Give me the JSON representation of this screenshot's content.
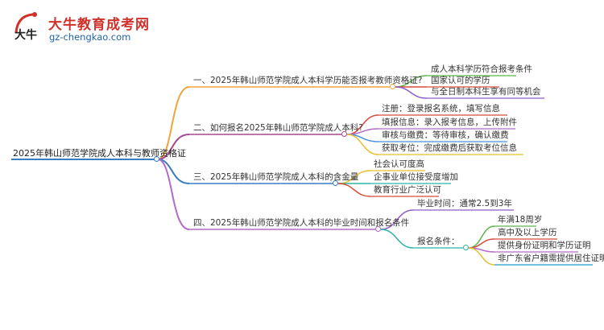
{
  "logo": {
    "name": "大牛教育成考网",
    "url": "gz-chengkao.com",
    "mark": "大牛"
  },
  "colors": {
    "root": "#3a7cc4",
    "branch1": "#f0a43c",
    "branch2": "#a7488d",
    "branch3": "#3a7cc4",
    "branch4": "#b26bc6",
    "leaf_green": "#5bb349",
    "leaf_red": "#d84a3a",
    "leaf_purple": "#8e5cc8",
    "leaf_blue": "#4a90d9",
    "leaf_yellow": "#e6c12a",
    "leaf_teal": "#2bb5a8",
    "leaf_cyan": "#1f9fd0"
  },
  "mindmap": {
    "root": "2025年韩山师范学院成人本科与教师资格证",
    "branches": [
      {
        "label": "一、2025年韩山师范学院成人本科学历能否报考教师资格证?",
        "children": [
          "成人本科学历符合报考条件",
          "国家认可的学历",
          "与全日制本科生享有同等机会"
        ]
      },
      {
        "label": "二、如何报名2025年韩山师范学院成人本科?",
        "children": [
          "注册：登录报名系统，填写信息",
          "填报信息：录入报考信息，上传附件",
          "审核与缴费：等待审核，确认缴费",
          "获取考位：完成缴费后获取考位信息"
        ]
      },
      {
        "label": "三、2025年韩山师范学院成人本科的含金量",
        "children": [
          "社会认可度高",
          "企事业单位接受度增加",
          "教育行业广泛认可"
        ]
      },
      {
        "label": "四、2025年韩山师范学院成人本科的毕业时间和报名条件",
        "children": [
          {
            "label": "毕业时间：通常2.5到3年",
            "children": []
          },
          {
            "label": "报名条件：",
            "children": [
              "年满18周岁",
              "高中及以上学历",
              "提供身份证明和学历证明",
              "非广东省户籍需提供居住证明"
            ]
          }
        ]
      }
    ]
  }
}
